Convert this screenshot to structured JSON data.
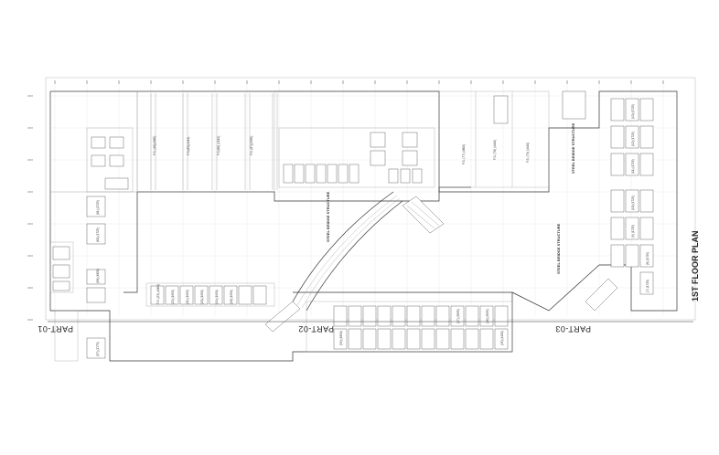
{
  "drawing": {
    "title": "1ST FLOOR PLAN",
    "parts": [
      "PART-01",
      "PART-02",
      "PART-03"
    ],
    "structures": [
      "STEEL BRIDGE STRUCTURE",
      "STEEL BRIDGE STRUCTURE",
      "STEEL BRIDGE STRUCTURE"
    ],
    "shop_labels": {
      "top_row": [
        "F.S. (46)(4065)",
        "F.S.(85)(4219)",
        "F.S.(86) (4219)",
        "F.S. (87)(3355)"
      ],
      "blocks": [
        "F.S. (77) (4600)",
        "F.S. (78) (4440)",
        "F.S. (79) (4440)"
      ],
      "lower_row": [
        "(59) (4890)",
        "(27) (3955)",
        "(26) (3955)",
        "(25) (4400)"
      ],
      "left_col": [
        "(61) (1725)",
        "(60) (1725)",
        "(58) (4800)",
        "(57) (1775)"
      ],
      "right_col": [
        "(13) (1725)",
        "(12) (1725)",
        "(11) (1725)",
        "(10) (1725)",
        "(9) (1725)",
        "(8) (1725)",
        "(7) (1725)"
      ],
      "bottom_row": [
        "F.S. (23) (4000)",
        "(22) (1950)",
        "(21) (1950)",
        "(20) (1950)",
        "(19) (1950)",
        "(18) (1950)"
      ]
    }
  },
  "colors": {
    "line": "#333333",
    "grid": "#d0d0d0",
    "background": "#ffffff"
  }
}
